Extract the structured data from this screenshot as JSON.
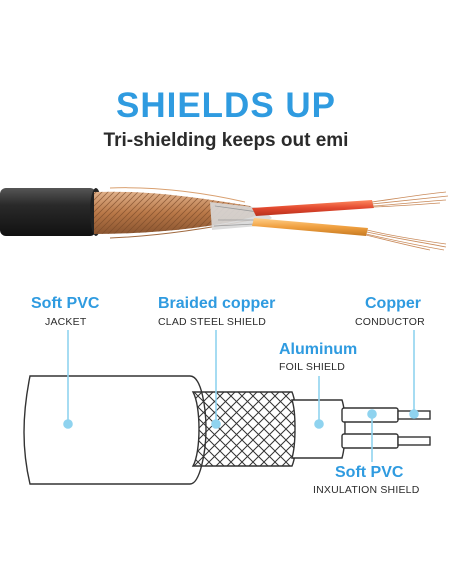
{
  "header": {
    "title": "SHIELDS UP",
    "subtitle": "Tri-shielding keeps out emi"
  },
  "layers": [
    {
      "name": "Soft PVC",
      "detail": "JACKET"
    },
    {
      "name": "Braided copper",
      "detail": "CLAD STEEL SHIELD"
    },
    {
      "name": "Aluminum",
      "detail": "FOIL SHIELD"
    },
    {
      "name": "Copper",
      "detail": "CONDUCTOR"
    },
    {
      "name": "Soft PVC",
      "detail": "INXULATION SHIELD"
    }
  ],
  "colors": {
    "accent": "#2f9be0",
    "text": "#2b2b2b",
    "jacket": "#2a2a2a",
    "copper_braid": "#c98a5a",
    "insulation_red": "#e2492f",
    "insulation_orange": "#f0a040",
    "marker": "#8fd3ef"
  }
}
